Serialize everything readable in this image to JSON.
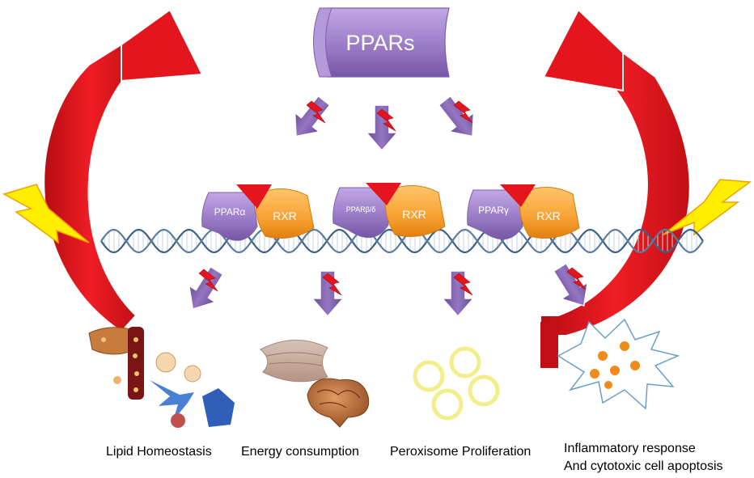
{
  "title": "PPARs",
  "receptors": [
    {
      "left": "PPARα",
      "right": "RXR"
    },
    {
      "left": "PPARβ/δ",
      "right": "RXR"
    },
    {
      "left": "PPARγ",
      "right": "RXR"
    }
  ],
  "outcomes": [
    {
      "label": "Lipid Homeostasis"
    },
    {
      "label": "Energy consumption"
    },
    {
      "label": "Peroxisome Proliferation"
    },
    {
      "label_line1": "Inflammatory response",
      "label_line2": "And cytotoxic cell apoptosis"
    }
  ],
  "colors": {
    "ppar_purple": "#9b7fc4",
    "rxr_orange": "#f7a233",
    "cycle_red": "#e4151c",
    "bolt_red": "#e4151c",
    "bolt_yellow": "#ffee00",
    "dna_blue": "#4a6d8f",
    "ring_yellow": "#f3ee8a"
  }
}
